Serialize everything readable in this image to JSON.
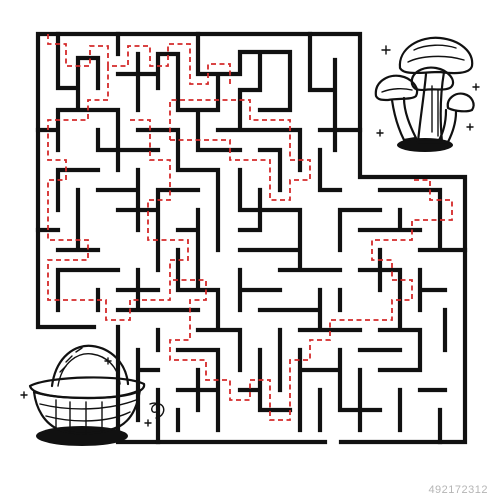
{
  "puzzle": {
    "type": "maze",
    "goal_item": "mushrooms",
    "start_item": "wicker-basket"
  },
  "colors": {
    "walls": "#111111",
    "solution_path": "#d42a2a",
    "background": "#ffffff"
  },
  "icons": {
    "goal": "mushroom-cluster-icon",
    "start": "basket-icon",
    "decor": [
      "sparkle-star-icon",
      "curl-swirl-icon"
    ]
  },
  "stock_watermark": {
    "id": "492172312"
  }
}
